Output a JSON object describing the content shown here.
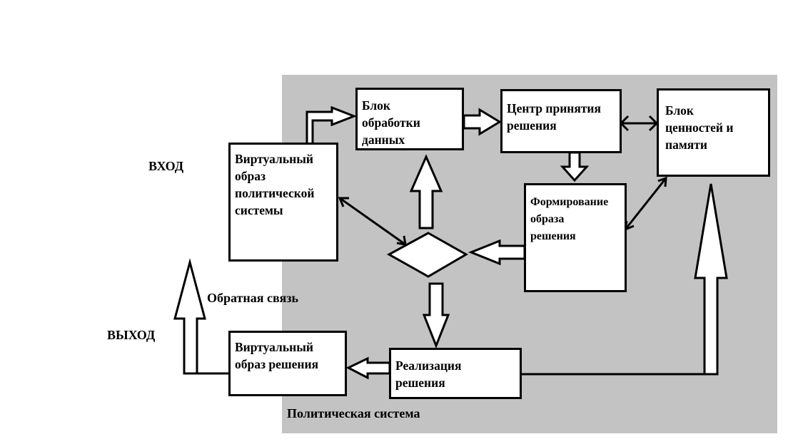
{
  "labels": {
    "input": "ВХОД",
    "output": "ВЫХОД",
    "feedback": "Обратная связь",
    "system": "Политическая система"
  },
  "boxes": {
    "virtual_system": [
      "Виртуальный",
      "образ",
      "политической",
      "системы"
    ],
    "data_processing": [
      "Блок",
      "обработки",
      "данных"
    ],
    "decision_center": [
      "Центр принятия",
      "решения"
    ],
    "values_memory": [
      "Блок",
      "ценностей и",
      "памяти"
    ],
    "image_formation": [
      "Формирование",
      "образа",
      "решения"
    ],
    "implementation": [
      "Реализация",
      "решения"
    ],
    "virtual_decision": [
      "Виртуальный",
      "образ решения"
    ]
  },
  "colors": {
    "system_background": "#c3c3c3",
    "box_fill": "#ffffff",
    "stroke": "#000000"
  }
}
